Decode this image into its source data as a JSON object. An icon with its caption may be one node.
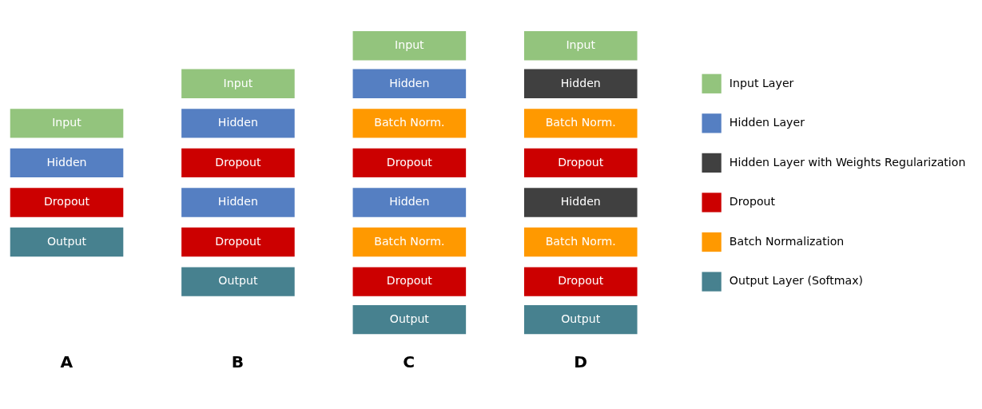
{
  "diagram": {
    "nodes": [
      {
        "text": [
          "Input"
        ]
      },
      {
        "text": [
          "Hidden"
        ]
      },
      {
        "text": [
          "Dropout"
        ]
      },
      {
        "text": [
          "Output"
        ]
      },
      {
        "text": [
          "Input"
        ]
      },
      {
        "text": [
          "Hidden"
        ]
      },
      {
        "text": [
          "Dropout"
        ]
      },
      {
        "text": [
          "Hidden"
        ]
      },
      {
        "text": [
          "Dropout"
        ]
      },
      {
        "text": [
          "Output"
        ]
      },
      {
        "text": [
          "Input"
        ]
      },
      {
        "text": [
          "Hidden"
        ]
      },
      {
        "text": [
          "Batch Norm."
        ]
      },
      {
        "text": [
          "Dropout"
        ]
      },
      {
        "text": [
          "Hidden"
        ]
      },
      {
        "text": [
          "Batch Norm."
        ]
      },
      {
        "text": [
          "Dropout"
        ]
      },
      {
        "text": [
          "Output"
        ]
      },
      {
        "text": [
          "Input"
        ]
      },
      {
        "text": [
          "Hidden"
        ]
      },
      {
        "text": [
          "Batch Norm."
        ]
      },
      {
        "text": [
          "Dropout"
        ]
      },
      {
        "text": [
          "Hidden"
        ]
      },
      {
        "text": [
          "Batch Norm."
        ]
      },
      {
        "text": [
          "Dropout"
        ]
      },
      {
        "text": [
          "Output"
        ]
      }
    ],
    "edges": [],
    "labels": [
      "A",
      "B",
      "C",
      "D"
    ],
    "legend": [
      {
        "text": "Input Layer",
        "color": "#93c47d"
      },
      {
        "text": "Hidden Layer",
        "color": "#557fc2"
      },
      {
        "text": "Hidden Layer with Weights Regularization",
        "color": "#404040"
      },
      {
        "text": "Dropout",
        "color": "#cc0000"
      },
      {
        "text": "Batch Normalization",
        "color": "#ff9900"
      },
      {
        "text": "Output Layer (Softmax)",
        "color": "#47818f"
      }
    ]
  }
}
